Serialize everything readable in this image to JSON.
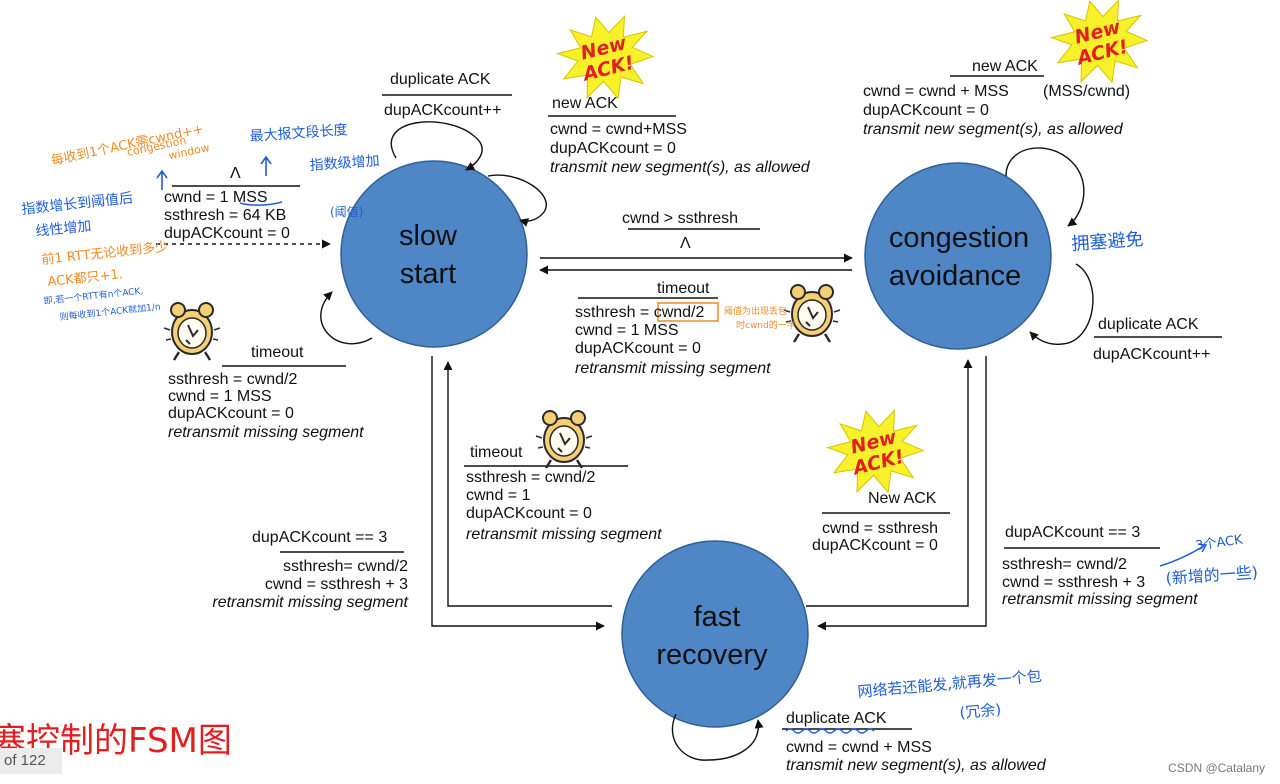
{
  "states": {
    "slow_start": [
      "slow",
      "start"
    ],
    "congestion_avoidance": [
      "congestion",
      "avoidance"
    ],
    "fast_recovery": [
      "fast",
      "recovery"
    ]
  },
  "transitions": {
    "ss_self_dup": {
      "event": "duplicate ACK",
      "actions": [
        "dupACKcount++"
      ]
    },
    "ss_self_new": {
      "event": "new ACK",
      "actions": [
        "cwnd = cwnd+MSS",
        "dupACKcount = 0"
      ],
      "italic": "transmit new segment(s), as allowed"
    },
    "initial": {
      "event": "Λ",
      "actions": [
        "cwnd = 1 MSS",
        "ssthresh = 64 KB",
        "dupACKcount = 0"
      ]
    },
    "ss_self_timeout": {
      "event": "timeout",
      "actions": [
        "ssthresh = cwnd/2",
        "cwnd = 1 MSS",
        "dupACKcount = 0"
      ],
      "italic": "retransmit missing segment"
    },
    "ss_to_ca": {
      "event": "cwnd > ssthresh",
      "actions": [
        "Λ"
      ]
    },
    "ca_to_ss": {
      "event": "timeout",
      "actions": [
        "ssthresh = cwnd/2",
        "cwnd = 1 MSS",
        "dupACKcount = 0"
      ],
      "italic": "retransmit missing segment"
    },
    "ca_self_new": {
      "event": "new ACK",
      "actions": [
        "cwnd = cwnd + MSS",
        "dupACKcount = 0"
      ],
      "extra": "(MSS/cwnd)",
      "italic": "transmit new segment(s), as allowed"
    },
    "ca_self_dup": {
      "event": "duplicate ACK",
      "actions": [
        "dupACKcount++"
      ]
    },
    "fr_to_ss": {
      "event": "timeout",
      "actions": [
        "ssthresh = cwnd/2",
        "cwnd = 1",
        "dupACKcount = 0"
      ],
      "italic": "retransmit missing segment"
    },
    "fr_to_ca": {
      "event": "New ACK",
      "actions": [
        "cwnd = ssthresh",
        "dupACKcount = 0"
      ]
    },
    "ss_to_fr": {
      "event": "dupACKcount == 3",
      "actions": [
        "ssthresh= cwnd/2",
        "cwnd = ssthresh + 3"
      ],
      "italic": "retransmit missing segment"
    },
    "ca_to_fr": {
      "event": "dupACKcount == 3",
      "actions": [
        "ssthresh= cwnd/2",
        "cwnd = ssthresh + 3"
      ],
      "italic": "retransmit missing segment"
    },
    "fr_self_dup": {
      "event": "duplicate ACK",
      "actions": [
        "cwnd = cwnd + MSS"
      ],
      "italic": "transmit new segment(s), as allowed"
    }
  },
  "badges": [
    "New",
    "ACK!"
  ],
  "annotations": {
    "orange_new_ack": [
      "每收到1个ACK需cwnd++",
      "congestion",
      "window"
    ],
    "exp_growth": "指数级增加",
    "max_seg": "最大报文段长度",
    "linear_after": [
      "指数增长到阈值后",
      "线性增加"
    ],
    "rtt_note": [
      "前1 RTT无论收到多少",
      "ACK都只+1."
    ],
    "small_note": [
      "即,若一个RTT有n个ACK,",
      "则每收到1个ACK就加1/n"
    ],
    "threshold": "(阈值)",
    "ca_label": "拥塞避免",
    "timeout_note": [
      "阈值为出现丢包",
      "时cwnd的一半"
    ],
    "three_ack": "3个ACK",
    "new_added": "(新增的一些)",
    "still_send": [
      "网络若还能发,就再发一个包",
      "(冗余)"
    ]
  },
  "footer": {
    "title_fragment": "塞控制的FSM图",
    "page_of": "of 122",
    "watermark": "CSDN @Catalany"
  },
  "colors": {
    "state_fill": "#4f86c6",
    "badge_fill": "#f7f12a",
    "badge_text": "#e02020",
    "ink_blue": "#1f5fd6",
    "ink_orange": "#f08a24"
  }
}
